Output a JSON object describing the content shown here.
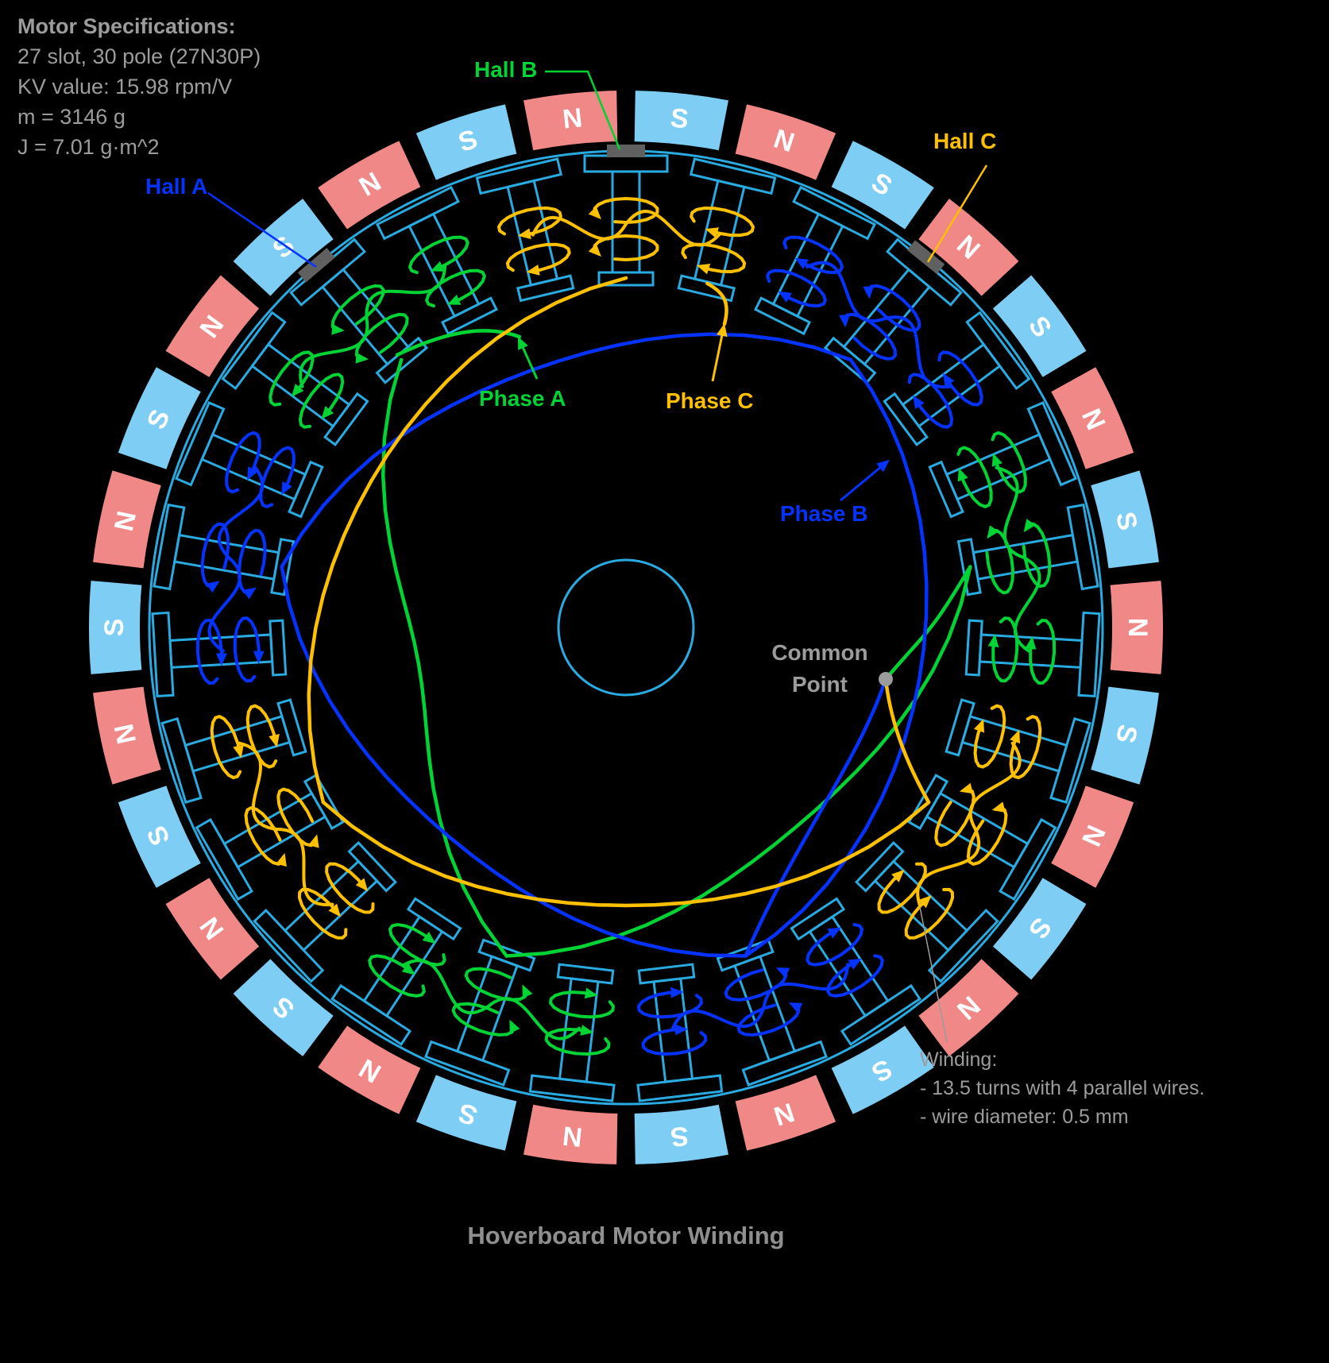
{
  "title": "Hoverboard Motor Winding",
  "specs": {
    "heading": "Motor Specifications:",
    "lines": [
      "27 slot, 30 pole (27N30P)",
      "KV value: 15.98 rpm/V",
      "m = 3146 g",
      "J = 7.01 g·m^2"
    ]
  },
  "winding_note": {
    "heading": "Winding:",
    "lines": [
      "- 13.5 turns with 4 parallel wires.",
      "- wire diameter: 0.5 mm"
    ]
  },
  "labels": {
    "hall_a": "Hall A",
    "hall_b": "Hall B",
    "hall_c": "Hall C",
    "phase_a": "Phase A",
    "phase_b": "Phase B",
    "phase_c": "Phase C",
    "common_line1": "Common",
    "common_line2": "Point"
  },
  "motor": {
    "slots": 27,
    "poles": 30,
    "magnet_labels": {
      "north": "N",
      "south": "S"
    },
    "phase_group_order_clockwise_from_top": [
      "C",
      "B",
      "A"
    ],
    "colors": {
      "background": "#000000",
      "stator": "#29abe2",
      "magnet_north": "#f08888",
      "magnet_south": "#7ecdf4",
      "magnet_letter": "#ffffff",
      "phase_a": "#00d435",
      "phase_b": "#0433ff",
      "phase_c": "#ffc000",
      "hall_sensor": "#606060",
      "text_gray": "#9c9c9c",
      "title_gray": "#8f8f8f",
      "common_point": "#9c9c9c"
    }
  }
}
